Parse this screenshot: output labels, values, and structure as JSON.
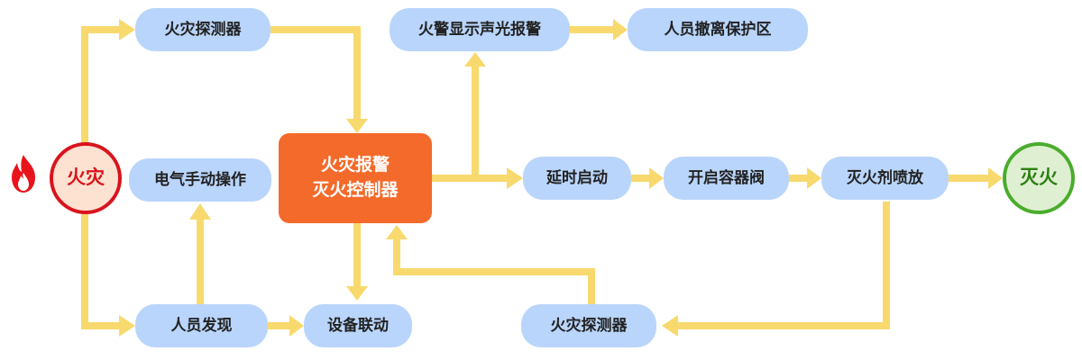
{
  "nodes": {
    "fire": "火灾",
    "detector_top": "火灾探测器",
    "manual_op": "电气手动操作",
    "person_found": "人员发现",
    "controller_line1": "火灾报警",
    "controller_line2": "灭火控制器",
    "equipment": "设备联动",
    "alarm_display": "火警显示声光报警",
    "evacuate": "人员撤离保护区",
    "delay": "延时启动",
    "valve": "开启容器阀",
    "spray": "灭火剂喷放",
    "extinguished": "灭火",
    "detector_bottom": "火灾探测器"
  },
  "colors": {
    "arrow": "#f8d96d",
    "pill": "#b9d5fb",
    "controller": "#f46a2a",
    "fire_border": "#d9141c",
    "done_border": "#4aac2c"
  },
  "icons": {
    "fire": "flame-icon"
  }
}
